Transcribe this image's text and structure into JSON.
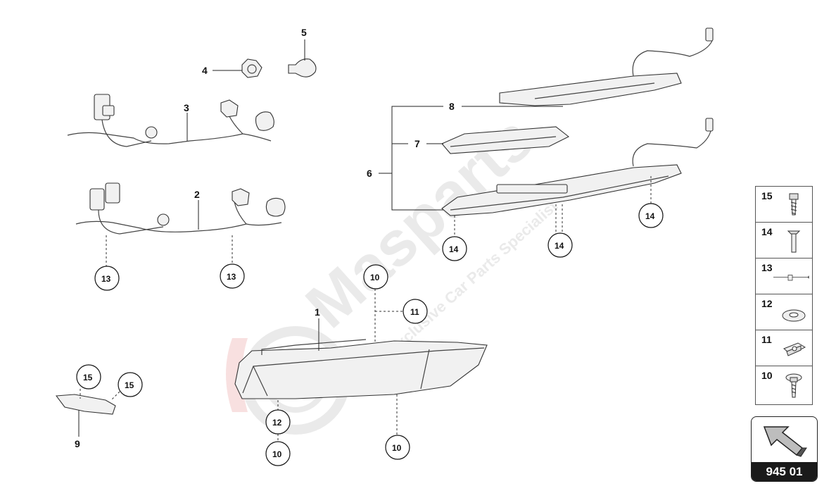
{
  "part_labels": {
    "p1": "1",
    "p2": "2",
    "p3": "3",
    "p4": "4",
    "p5": "5",
    "p6": "6",
    "p7": "7",
    "p8": "8",
    "p9": "9"
  },
  "callouts": {
    "c10_top": "10",
    "c10_bottom_left": "10",
    "c10_bottom_right": "10",
    "c11": "11",
    "c12": "12",
    "c13_left": "13",
    "c13_right": "13",
    "c14_left": "14",
    "c14_mid": "14",
    "c14_right": "14",
    "c15_left": "15",
    "c15_right": "15"
  },
  "legend": {
    "items": [
      {
        "number": "15",
        "icon": "screw-icon"
      },
      {
        "number": "14",
        "icon": "bolt-icon"
      },
      {
        "number": "13",
        "icon": "cable-tie-icon"
      },
      {
        "number": "12",
        "icon": "washer-icon"
      },
      {
        "number": "11",
        "icon": "clip-nut-icon"
      },
      {
        "number": "10",
        "icon": "flange-screw-icon"
      }
    ]
  },
  "reference": {
    "code": "945 01",
    "icon": "arrow-icon"
  },
  "watermark": {
    "brand": "Masparts",
    "tagline": "Exclusive Car Parts Specialist"
  },
  "colors": {
    "line": "#333333",
    "watermark": "#d9d9d9",
    "watermark_red": "#f2c6c6",
    "badge": "#1a1a1a"
  }
}
